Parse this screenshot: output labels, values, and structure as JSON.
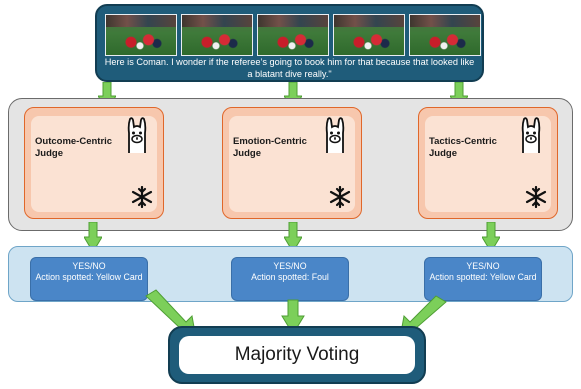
{
  "caption": "Here is Coman. I wonder if the referee’s going to book him for that because that looked like a blatant dive really.\"",
  "judges": [
    {
      "title": "Outcome-Centric Judge",
      "icons": [
        "llama-icon",
        "snowflake-icon"
      ]
    },
    {
      "title": "Emotion-Centric Judge",
      "icons": [
        "llama-icon",
        "snowflake-icon"
      ]
    },
    {
      "title": "Tactics-Centric Judge",
      "icons": [
        "llama-icon",
        "snowflake-icon"
      ]
    }
  ],
  "outputs": [
    {
      "verdict": "YES/NO",
      "action": "Action spotted: Yellow Card"
    },
    {
      "verdict": "YES/NO",
      "action": "Action spotted: Foul"
    },
    {
      "verdict": "YES/NO",
      "action": "Action spotted: Yellow Card"
    }
  ],
  "voting": {
    "label": "Majority Voting"
  },
  "colors": {
    "dark_blue": "#1f5c7a",
    "arrow_green": "#7ccf5a",
    "judge_fill": "#f7c7ad",
    "judge_border": "#e0672a",
    "output_blue": "#4a86c8",
    "panel_light_blue": "#cde3f1",
    "panel_gray": "#e4e4e4"
  }
}
